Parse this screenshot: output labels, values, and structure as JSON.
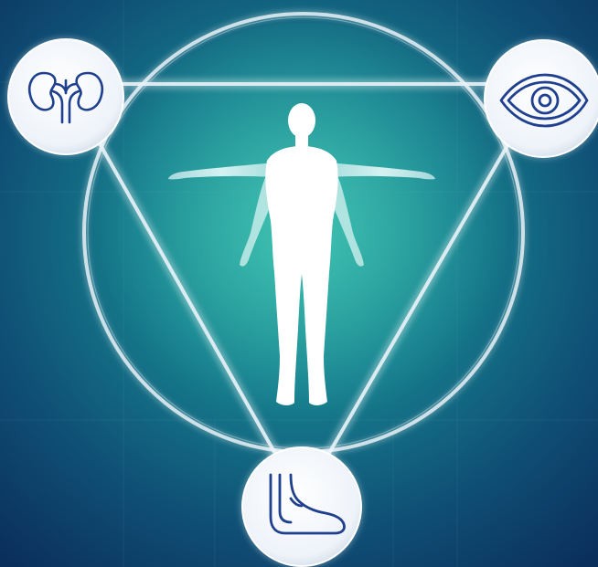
{
  "colors": {
    "background_dark": "#0b2f5c",
    "background_mid": "#0f4f75",
    "glow_center": "#2fb3a5",
    "ring": "#e6f0f6",
    "figure": "#ffffff",
    "icon_stroke": "#1f3f8f",
    "badge_fill": "#f4f8fc"
  },
  "nodes": [
    {
      "id": "kidneys",
      "icon": "kidneys-icon"
    },
    {
      "id": "eye",
      "icon": "eye-icon"
    },
    {
      "id": "foot",
      "icon": "foot-icon"
    }
  ],
  "center": {
    "icon": "human-body-icon"
  }
}
